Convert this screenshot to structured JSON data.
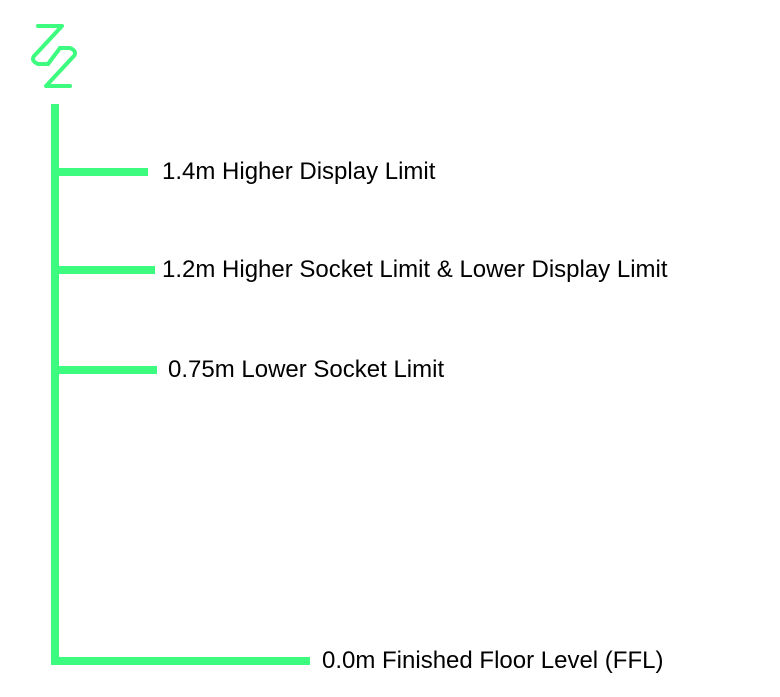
{
  "colors": {
    "accent": "#3dfb7e",
    "text": "#000000",
    "background": "#ffffff"
  },
  "logo": {
    "icon": "lightning-bolt-logo-icon"
  },
  "levels": [
    {
      "height_m": 1.4,
      "label": "1.4m Higher Display Limit"
    },
    {
      "height_m": 1.2,
      "label": "1.2m Higher Socket Limit & Lower Display Limit"
    },
    {
      "height_m": 0.75,
      "label": "0.75m Lower Socket Limit"
    },
    {
      "height_m": 0.0,
      "label": "0.0m Finished Floor Level (FFL)"
    }
  ]
}
